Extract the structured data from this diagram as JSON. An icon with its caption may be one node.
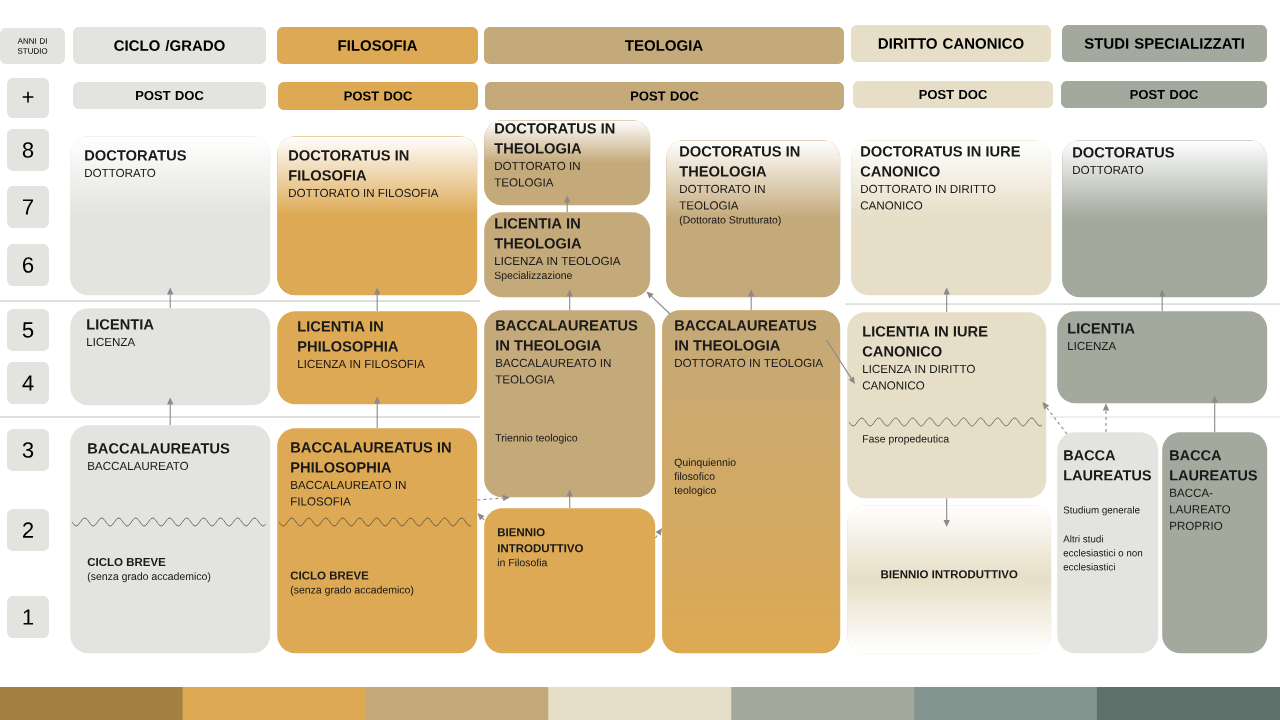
{
  "diagram": {
    "nodes": [
      {
        "text": [
          "ANNI DI STUDIO"
        ]
      },
      {
        "text": [
          "CICLO /GRADO"
        ]
      },
      {
        "text": [
          "FILOSOFIA"
        ]
      },
      {
        "text": [
          "TEOLOGIA"
        ]
      },
      {
        "text": [
          "DIRITTO CANONICO"
        ]
      },
      {
        "text": [
          "STUDI SPECIALIZZATI"
        ]
      },
      {
        "text": [
          "+"
        ]
      },
      {
        "text": [
          "POST DOC"
        ]
      },
      {
        "text": [
          "POST DOC"
        ]
      },
      {
        "text": [
          "POST DOC"
        ]
      },
      {
        "text": [
          "POST DOC"
        ]
      },
      {
        "text": [
          "POST DOC"
        ]
      },
      {
        "text": [
          "8"
        ]
      },
      {
        "text": [
          "7"
        ]
      },
      {
        "text": [
          "6"
        ]
      },
      {
        "text": [
          "5"
        ]
      },
      {
        "text": [
          "4"
        ]
      },
      {
        "text": [
          "3"
        ]
      },
      {
        "text": [
          "2"
        ]
      },
      {
        "text": [
          "1"
        ]
      },
      {
        "text": [
          "DOCTORATUS",
          "DOTTORATO"
        ]
      },
      {
        "text": [
          "LICENTIA",
          "LICENZA"
        ]
      },
      {
        "text": [
          "BACCALAUREATUS",
          "BACCALAUREATO",
          "CICLO BREVE",
          "(senza grado accademico)"
        ]
      },
      {
        "text": [
          "DOCTORATUS IN FILOSOFIA",
          "DOTTORATO IN FILOSOFIA"
        ]
      },
      {
        "text": [
          "LICENTIA IN PHILOSOPHIA",
          "LICENZA IN FILOSOFIA"
        ]
      },
      {
        "text": [
          "BACCALAUREATUS IN PHILOSOPHIA",
          "BACCALAUREATO IN FILOSOFIA",
          "CICLO BREVE",
          "(senza grado accademico)"
        ]
      },
      {
        "text": [
          "DOCTORATUS IN THEOLOGIA",
          "DOTTORATO IN TEOLOGIA"
        ]
      },
      {
        "text": [
          "LICENTIA IN THEOLOGIA",
          "LICENZA IN TEOLOGIA",
          "Specializzazione"
        ]
      },
      {
        "text": [
          "BACCALAUREATUS IN THEOLOGIA",
          "BACCALAUREATO IN TEOLOGIA",
          "Triennio teologico"
        ]
      },
      {
        "text": [
          "BIENNIO INTRODUTTIVO",
          "in Filosofia"
        ]
      },
      {
        "text": [
          "DOCTORATUS IN THEOLOGIA",
          "DOTTORATO IN TEOLOGIA",
          "(Dottorato Strutturato)"
        ]
      },
      {
        "text": [
          "BACCALAUREATUS IN THEOLOGIA",
          "DOTTORATO IN TEOLOGIA",
          "Quinquiennio filosofico teologico"
        ]
      },
      {
        "text": [
          "DOCTORATUS IN IURE CANONICO",
          "DOTTORATO IN DIRITTO CANONICO"
        ]
      },
      {
        "text": [
          "LICENTIA IN IURE CANONICO",
          "LICENZA IN DIRITTO CANONICO",
          "Fase propedeutica"
        ]
      },
      {
        "text": [
          "BIENNIO INTRODUTTIVO"
        ]
      },
      {
        "text": [
          "DOCTORATUS",
          "DOTTORATO"
        ]
      },
      {
        "text": [
          "LICENTIA",
          "LICENZA"
        ]
      },
      {
        "text": [
          "BACCA LAUREATUS",
          "Studium generale",
          "Altri studi ecclesiastici o non ecclesiastici"
        ]
      },
      {
        "text": [
          "BACCA LAUREATUS",
          "BACCA- LAUREATO PROPRIO"
        ]
      },
      {
        "text": [],
        "shape": "bar"
      },
      {
        "text": [],
        "shape": "bar"
      },
      {
        "text": [],
        "shape": "bar"
      },
      {
        "text": [],
        "shape": "bar"
      },
      {
        "text": [],
        "shape": "bar"
      },
      {
        "text": [],
        "shape": "bar"
      },
      {
        "text": [],
        "shape": "bar"
      }
    ],
    "edges": [
      {
        "from": 22,
        "to": 21,
        "arrow": "to"
      },
      {
        "from": 21,
        "to": 20,
        "arrow": "to"
      },
      {
        "from": 25,
        "to": 24,
        "arrow": "to"
      },
      {
        "from": 24,
        "to": 23,
        "arrow": "to"
      },
      {
        "from": 29,
        "to": 25,
        "arrow": "to",
        "style": "dashed"
      },
      {
        "from": 25,
        "to": 28,
        "arrow": "to",
        "style": "dashed"
      },
      {
        "from": 29,
        "to": 28,
        "arrow": "to"
      },
      {
        "from": 28,
        "to": 27,
        "arrow": "to"
      },
      {
        "from": 27,
        "to": 26,
        "arrow": "to"
      },
      {
        "from": 29,
        "to": 31,
        "arrow": "to",
        "style": "dashed"
      },
      {
        "from": 31,
        "to": 30,
        "arrow": "to"
      },
      {
        "from": 31,
        "to": 27,
        "arrow": "to"
      },
      {
        "from": 31,
        "to": 33,
        "arrow": "to"
      },
      {
        "from": 33,
        "to": 32,
        "arrow": "to"
      },
      {
        "from": 33,
        "to": 34,
        "arrow": "to"
      },
      {
        "from": 37,
        "to": 36,
        "arrow": "to",
        "style": "dashed"
      },
      {
        "from": 38,
        "to": 36,
        "arrow": "to"
      },
      {
        "from": 36,
        "to": 35,
        "arrow": "to"
      },
      {
        "from": 37,
        "to": 33,
        "arrow": "to",
        "style": "dashed"
      }
    ]
  }
}
